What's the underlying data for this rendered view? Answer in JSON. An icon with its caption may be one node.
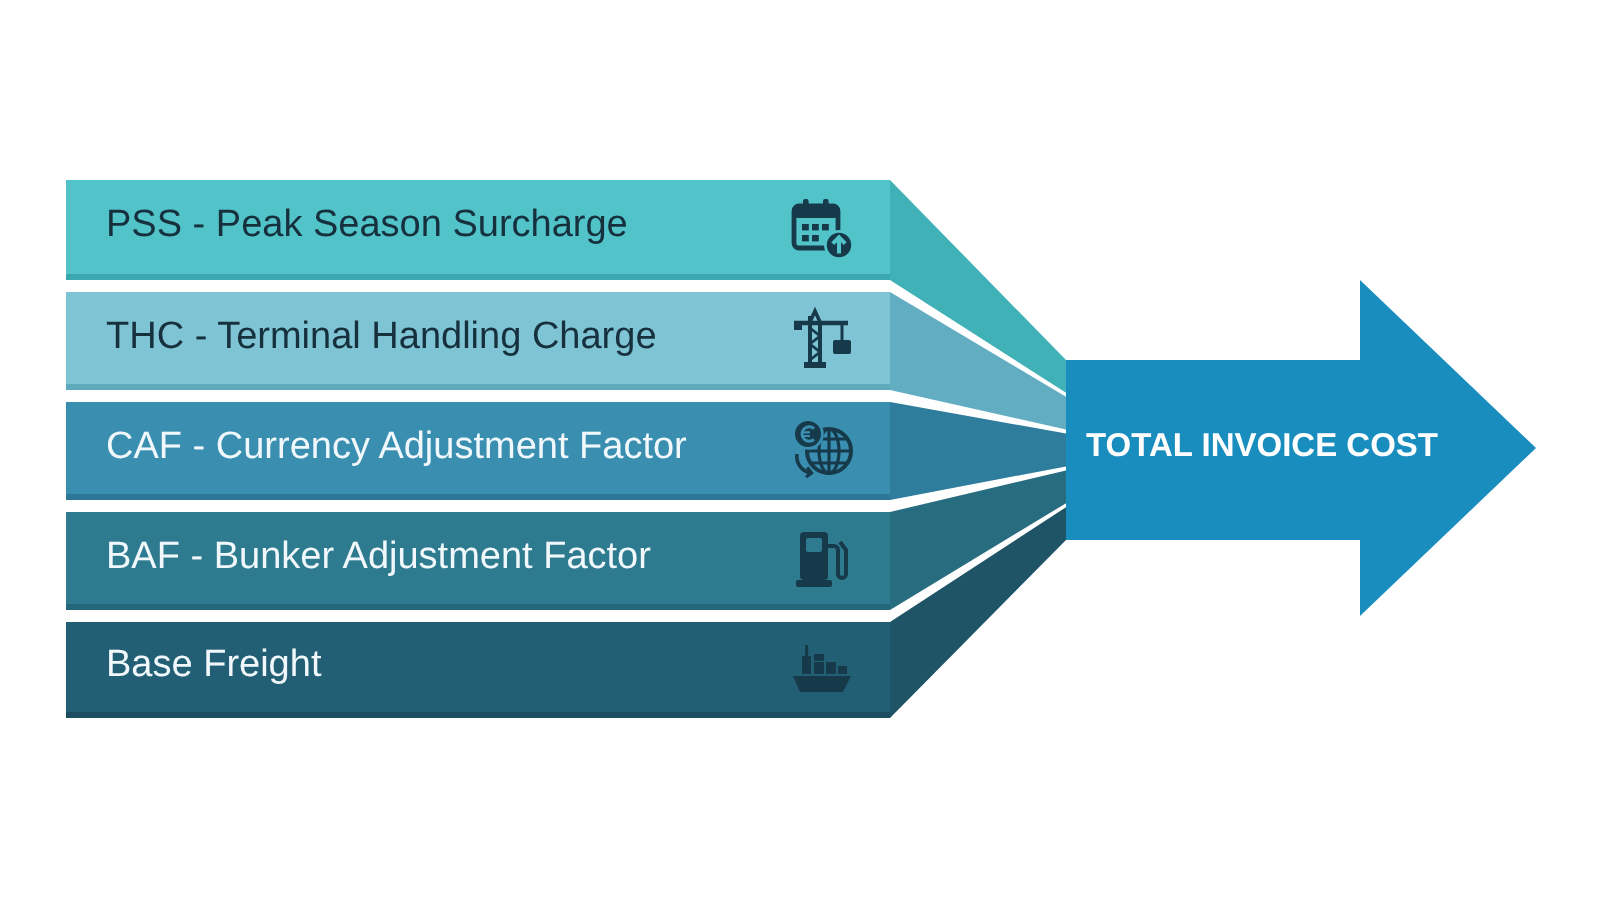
{
  "diagram": {
    "nodes": [
      {
        "text": [
          "PSS - Peak Season Surcharge"
        ]
      },
      {
        "text": [
          "THC - Terminal Handling Charge"
        ]
      },
      {
        "text": [
          "CAF - Currency Adjustment Factor"
        ]
      },
      {
        "text": [
          "BAF - Bunker Adjustment Factor"
        ]
      },
      {
        "text": [
          "Base Freight"
        ]
      },
      {
        "text": [
          "TOTAL INVOICE COST"
        ]
      }
    ],
    "edges": [
      {
        "from": 0,
        "to": 5,
        "arrow": "none"
      },
      {
        "from": 1,
        "to": 5,
        "arrow": "none"
      },
      {
        "from": 2,
        "to": 5,
        "arrow": "none"
      },
      {
        "from": 3,
        "to": 5,
        "arrow": "none"
      },
      {
        "from": 4,
        "to": 5,
        "arrow": "none"
      }
    ]
  }
}
